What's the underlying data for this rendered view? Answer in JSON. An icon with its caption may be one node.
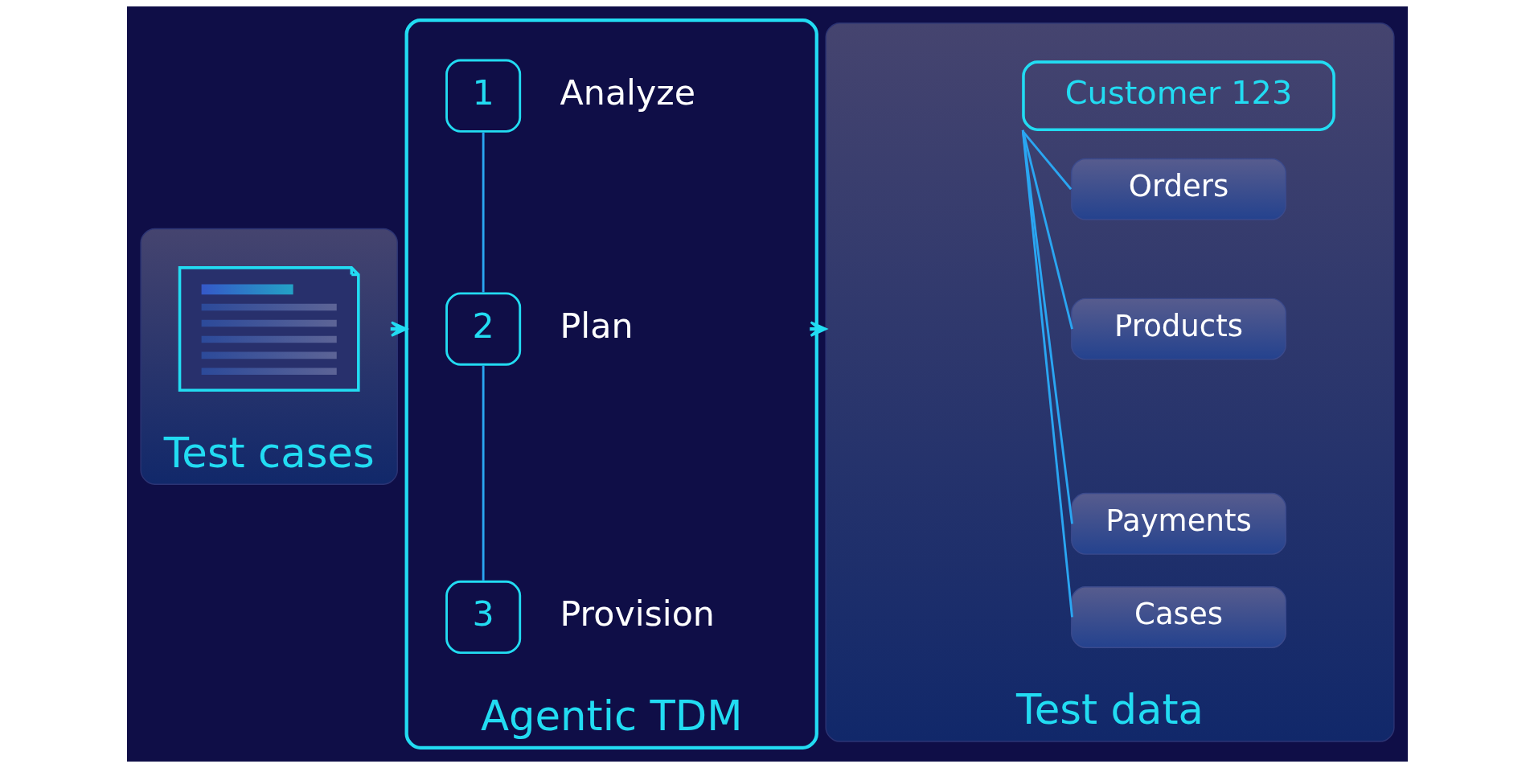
{
  "diagram": {
    "nodes": [
      {
        "text": [
          "Test cases"
        ]
      },
      {
        "text": [],
        "shape": "picture",
        "in": 0
      },
      {
        "text": [
          "Agentic TDM"
        ]
      },
      {
        "text": [
          "1"
        ],
        "beside": [
          "Analyze"
        ],
        "in": 2
      },
      {
        "text": [
          "2"
        ],
        "beside": [
          "Plan"
        ],
        "in": 2
      },
      {
        "text": [
          "3"
        ],
        "beside": [
          "Provision"
        ],
        "in": 2
      },
      {
        "text": [
          "Test data"
        ]
      },
      {
        "text": [
          "Customer 123"
        ],
        "in": 6
      },
      {
        "text": [
          "Orders"
        ],
        "in": 6
      },
      {
        "text": [
          "Products"
        ],
        "in": 6
      },
      {
        "text": [
          "Payments"
        ],
        "in": 6
      },
      {
        "text": [
          "Cases"
        ],
        "in": 6
      }
    ],
    "edges": [
      {
        "from": 0,
        "to": 2,
        "arrow": "to"
      },
      {
        "from": 3,
        "to": 4,
        "arrow": "none"
      },
      {
        "from": 4,
        "to": 5,
        "arrow": "none"
      },
      {
        "from": 2,
        "to": 6,
        "arrow": "to"
      },
      {
        "from": 7,
        "to": 8,
        "arrow": "none"
      },
      {
        "from": 7,
        "to": 9,
        "arrow": "none"
      },
      {
        "from": 7,
        "to": 10,
        "arrow": "none"
      },
      {
        "from": 7,
        "to": 11,
        "arrow": "none"
      }
    ]
  }
}
